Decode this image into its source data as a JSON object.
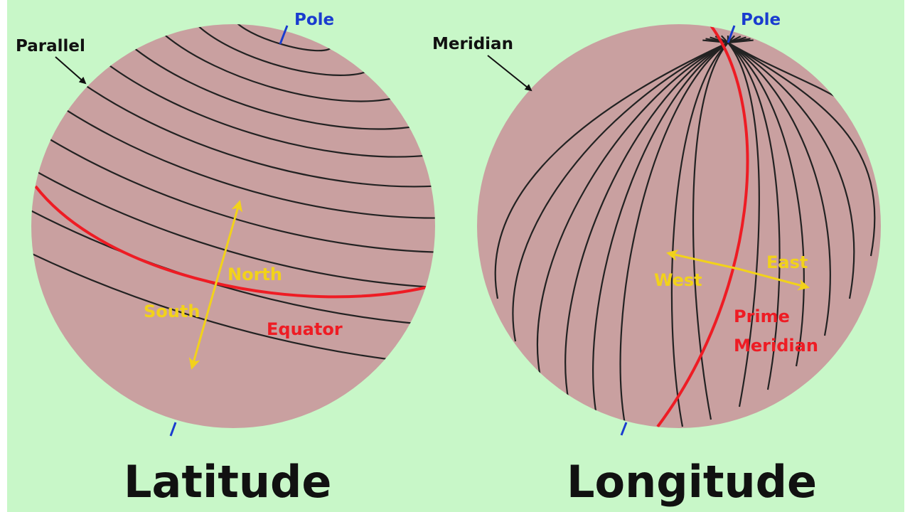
{
  "colors": {
    "background": "#c8f7c8",
    "globe_fill": "#c9a0a0",
    "grid_line": "#222222",
    "highlight_line": "#ee1c24",
    "axis": "#1a3ccf",
    "direction_arrow": "#f2d21a",
    "label_dark": "#111111",
    "label_pole": "#1a3ccf",
    "label_direction": "#f2d21a",
    "label_highlight": "#ee1c24"
  },
  "latitude": {
    "title": "Latitude",
    "pole_label": "Pole",
    "line_label": "Parallel",
    "highlight_label": "Equator",
    "direction_a": "North",
    "direction_b": "South"
  },
  "longitude": {
    "title": "Longitude",
    "pole_label": "Pole",
    "line_label": "Meridian",
    "highlight_label_line1": "Prime",
    "highlight_label_line2": "Meridian",
    "direction_a": "West",
    "direction_b": "East"
  }
}
